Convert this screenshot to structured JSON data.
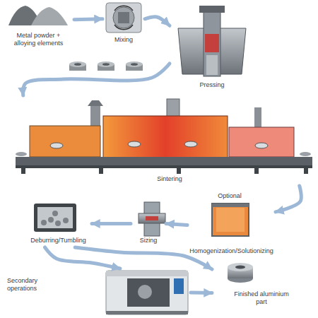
{
  "diagram": {
    "nodes": [
      {
        "text": [
          "Metal powder + alloying elements"
        ]
      },
      {
        "text": [
          "Mixing"
        ]
      },
      {
        "text": [
          "Pressing"
        ]
      },
      {
        "text": [
          "Sintering"
        ]
      },
      {
        "text": [
          "Optional",
          "Homogenization/Solutionizing"
        ]
      },
      {
        "text": [
          "Sizing"
        ]
      },
      {
        "text": [
          "Deburring/Tumbling"
        ]
      },
      {
        "text": [
          "Secondary operations"
        ]
      },
      {
        "text": [
          "Finished aluminium part"
        ]
      }
    ],
    "edges": [
      {
        "from": 0,
        "to": 1,
        "arrow": "to"
      },
      {
        "from": 1,
        "to": 2,
        "arrow": "to"
      },
      {
        "from": 2,
        "to": 3,
        "arrow": "to"
      },
      {
        "from": 3,
        "to": 4,
        "arrow": "to"
      },
      {
        "from": 4,
        "to": 5,
        "arrow": "to"
      },
      {
        "from": 5,
        "to": 6,
        "arrow": "to"
      },
      {
        "from": 6,
        "to": 7,
        "arrow": "to"
      },
      {
        "from": 6,
        "to": 8,
        "arrow": "to"
      },
      {
        "from": 7,
        "to": 8,
        "arrow": "to"
      }
    ]
  }
}
